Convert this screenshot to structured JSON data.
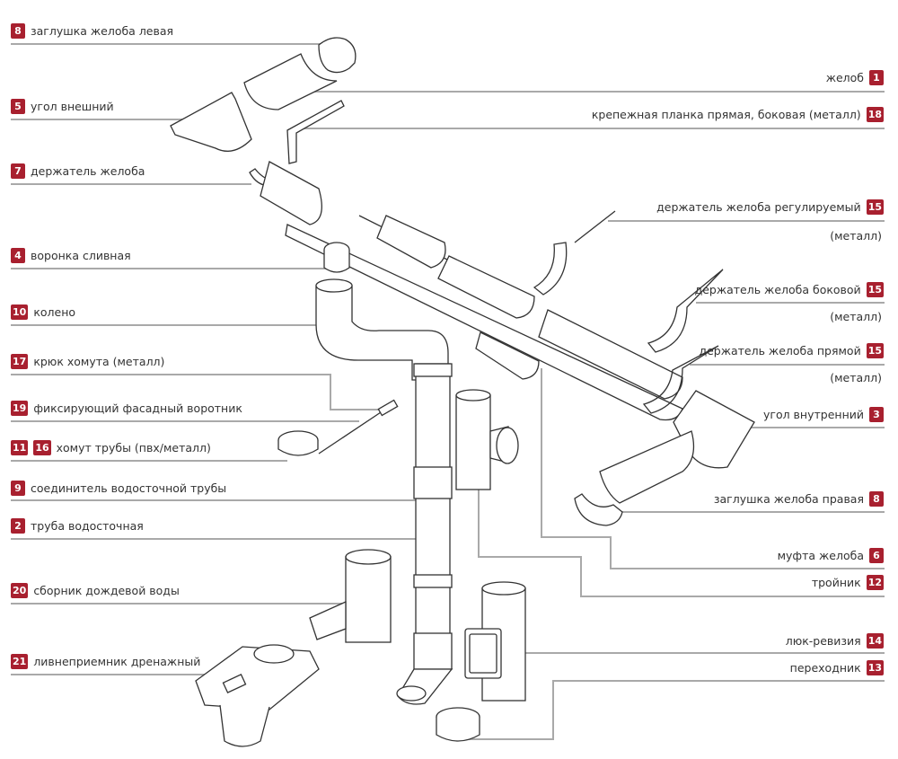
{
  "title": "Схема водосточной системы",
  "accent_color": "#a8202f",
  "line_color": "#a9a9a9",
  "labels": [
    {
      "id": "8L",
      "badges": [
        "8"
      ],
      "text": "заглушка желоба левая",
      "side": "left"
    },
    {
      "id": "5",
      "badges": [
        "5"
      ],
      "text": "угол внешний",
      "side": "left"
    },
    {
      "id": "7",
      "badges": [
        "7"
      ],
      "text": "держатель желоба",
      "side": "left"
    },
    {
      "id": "4",
      "badges": [
        "4"
      ],
      "text": "воронка сливная",
      "side": "left"
    },
    {
      "id": "10",
      "badges": [
        "10"
      ],
      "text": "колено",
      "side": "left"
    },
    {
      "id": "17",
      "badges": [
        "17"
      ],
      "text": "крюк хомута (металл)",
      "side": "left"
    },
    {
      "id": "19",
      "badges": [
        "19"
      ],
      "text": "фиксирующий фасадный воротник",
      "side": "left"
    },
    {
      "id": "11-16",
      "badges": [
        "11",
        "16"
      ],
      "text": "хомут трубы (пвх/металл)",
      "side": "left"
    },
    {
      "id": "9",
      "badges": [
        "9"
      ],
      "text": "соединитель водосточной трубы",
      "side": "left"
    },
    {
      "id": "2",
      "badges": [
        "2"
      ],
      "text": "труба водосточная",
      "side": "left"
    },
    {
      "id": "20",
      "badges": [
        "20"
      ],
      "text": "сборник дождевой воды",
      "side": "left"
    },
    {
      "id": "21",
      "badges": [
        "21"
      ],
      "text": "ливнеприемник дренажный",
      "side": "left"
    },
    {
      "id": "1",
      "badges": [
        "1"
      ],
      "text": "желоб",
      "side": "right"
    },
    {
      "id": "18",
      "badges": [
        "18"
      ],
      "text": "крепежная планка прямая, боковая (металл)",
      "side": "right"
    },
    {
      "id": "15a",
      "badges": [
        "15"
      ],
      "text": "держатель желоба регулируемый",
      "side": "right",
      "note": "(металл)"
    },
    {
      "id": "15b",
      "badges": [
        "15"
      ],
      "text": "держатель желоба боковой",
      "side": "right",
      "note": "(металл)"
    },
    {
      "id": "15c",
      "badges": [
        "15"
      ],
      "text": "держатель желоба прямой",
      "side": "right",
      "note": "(металл)"
    },
    {
      "id": "3",
      "badges": [
        "3"
      ],
      "text": "угол внутренний",
      "side": "right"
    },
    {
      "id": "8R",
      "badges": [
        "8"
      ],
      "text": "заглушка желоба правая",
      "side": "right"
    },
    {
      "id": "6",
      "badges": [
        "6"
      ],
      "text": "муфта желоба",
      "side": "right"
    },
    {
      "id": "12",
      "badges": [
        "12"
      ],
      "text": "тройник",
      "side": "right"
    },
    {
      "id": "14",
      "badges": [
        "14"
      ],
      "text": "люк-ревизия",
      "side": "right"
    },
    {
      "id": "13",
      "badges": [
        "13"
      ],
      "text": "переходник",
      "side": "right"
    }
  ]
}
